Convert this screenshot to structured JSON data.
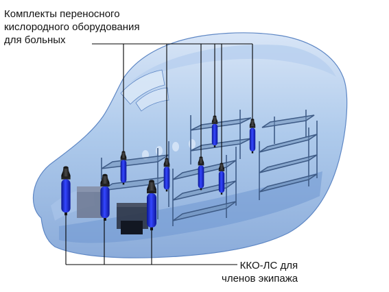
{
  "callouts": {
    "patients_equipment": {
      "line1": "Комплекты переносного",
      "line2": "кислородного оборудования",
      "line3": "для больных"
    },
    "crew_equipment": {
      "line1": "ККО-ЛС для",
      "line2": "членов экипажа"
    }
  },
  "colors": {
    "fuselage_fill": "#8fb6e4",
    "fuselage_edge": "#5d86c4",
    "rack_frame": "#3e5b86",
    "rack_shelf": "#6f8fb8",
    "cylinder_body": "#1f2fd8",
    "cylinder_cap": "#111111",
    "leader_line": "#000000",
    "label_text": "#111111"
  },
  "icons": {
    "oxygen_cylinder": "oxygen-cylinder-icon"
  }
}
